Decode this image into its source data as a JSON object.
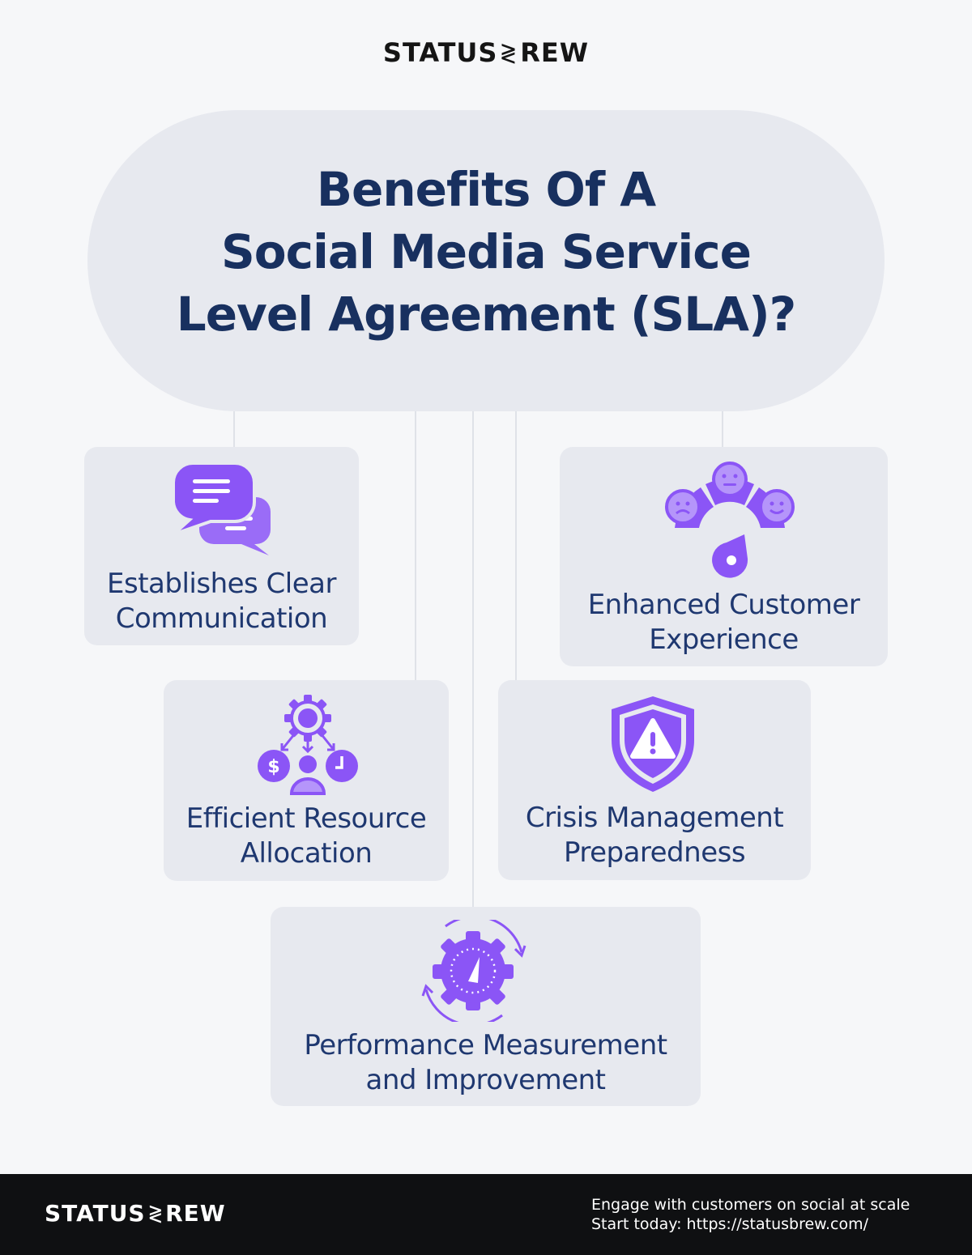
{
  "brand": {
    "logo_left": "STATUS",
    "logo_mark": "≷",
    "logo_right": "REW"
  },
  "hero": {
    "title_lines": [
      "Benefits Of A",
      "Social Media Service",
      "Level Agreement (SLA)?"
    ]
  },
  "benefits": [
    {
      "lines": [
        "Establishes Clear",
        "Communication"
      ],
      "icon": "chat-bubbles-icon"
    },
    {
      "lines": [
        "Enhanced Customer",
        "Experience"
      ],
      "icon": "satisfaction-meter-icon"
    },
    {
      "lines": [
        "Efficient Resource",
        "Allocation"
      ],
      "icon": "resource-allocation-icon"
    },
    {
      "lines": [
        "Crisis Management",
        "Preparedness"
      ],
      "icon": "warning-shield-icon"
    },
    {
      "lines": [
        "Performance Measurement",
        "and Improvement"
      ],
      "icon": "gear-gauge-icon"
    }
  ],
  "colors": {
    "accent": "#8b55f6",
    "text": "#1f3870",
    "card": "#e7e9ef",
    "footer": "#0f1012"
  },
  "footer": {
    "line1": "Engage with customers on social at scale",
    "line2": "Start today: https://statusbrew.com/"
  }
}
